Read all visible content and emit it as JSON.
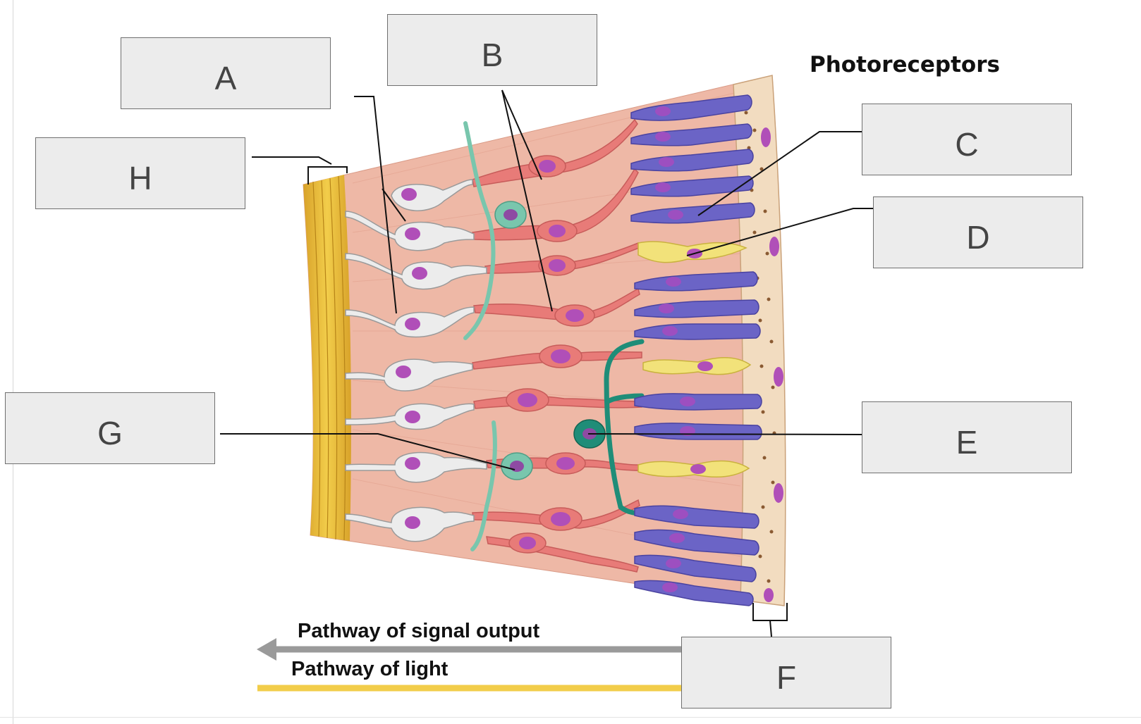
{
  "heading": "Photoreceptors",
  "labels": {
    "A": "A",
    "B": "B",
    "C": "C",
    "D": "D",
    "E": "E",
    "F": "F",
    "G": "G",
    "H": "H"
  },
  "legend": {
    "signal": "Pathway of signal output",
    "light": "Pathway of light",
    "signal_color": "#9a9a9a",
    "light_color": "#f2cd4a"
  },
  "colors": {
    "tissue": "#eeb8a6",
    "ganglion_cell": "#ececec",
    "bipolar_cell": "#e87b78",
    "rod": "#6b64c6",
    "cone": "#f2e27a",
    "nucleus": "#b04fb8",
    "amacrine_cell": "#79c6ad",
    "horizontal_cell": "#1f8d78",
    "pigment_epithelium": "#f2dcc0",
    "nerve_fibers": "#e7b53a"
  }
}
